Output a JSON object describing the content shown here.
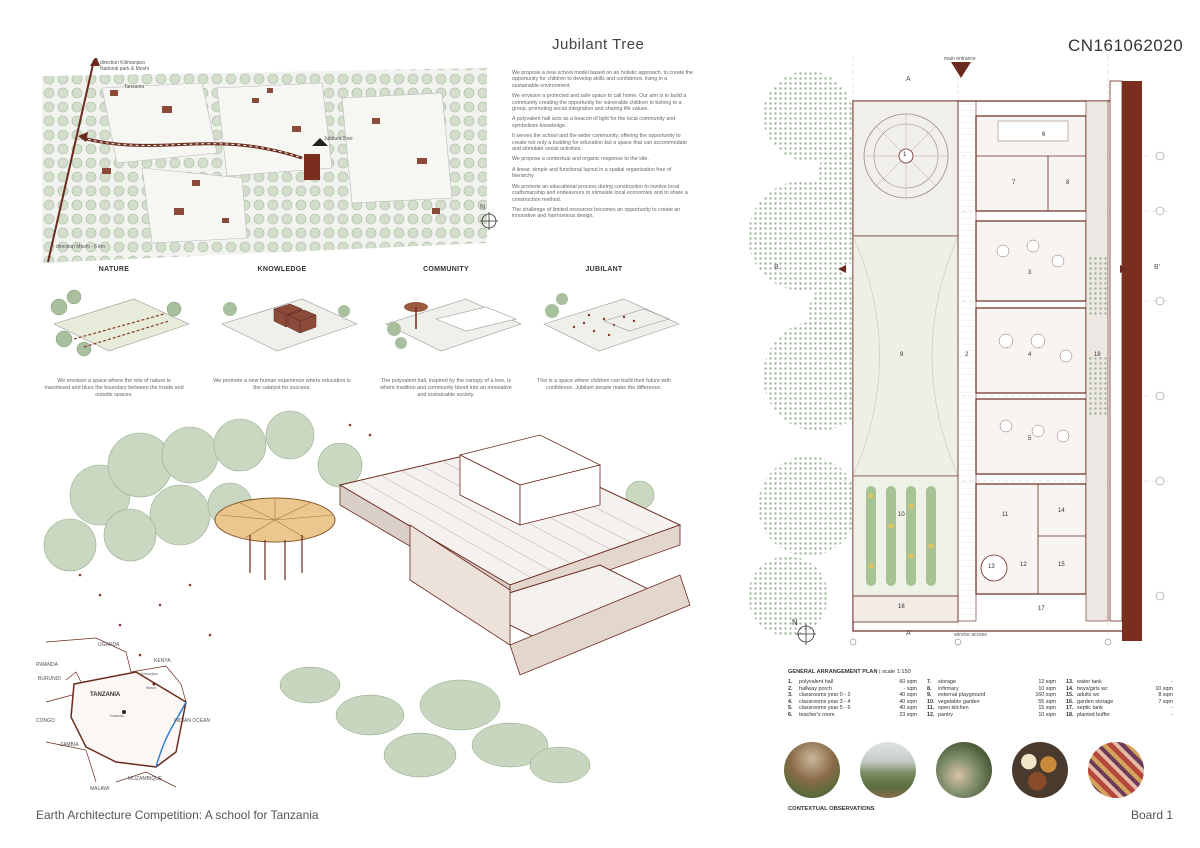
{
  "header": {
    "title": "Jubilant Tree",
    "code": "CN161062020"
  },
  "site_plan": {
    "label_top": "direction Kilimanjaro\nNational park & Moshi",
    "label_village": "Tanzania",
    "label_tree": "Jubilant Tree",
    "label_bottom": "direction Moshi - 6 km",
    "north": "N"
  },
  "intro_paragraphs": [
    "We propose a new school model based on an holistic approach, to create the opportunity for children to develop skills and confidence, living in a sustainable environment.",
    "We envision a protected and safe space to call home. Our aim is to build a community creating the opportunity for vulnerable children to belong to a group, promoting social integration and sharing life values.",
    "A polyvalent hall acts as a beacon of light for the local community and symbolises knowledge.",
    "It serves the school and the wider community, offering the opportunity to create not only a building for education but a space that can accommodate and stimulate social activities.",
    "We propose a contextual and organic response to the site.",
    "A linear, simple and functional layout in a spatial organization free of hierarchy.",
    "We promote an educational process during construction to involve local craftsmanship and endeavours to stimulate local economies and to share a construction method.",
    "The challenge of limited resources becomes an opportunity to create an innovative and harmonious design."
  ],
  "concepts": [
    {
      "heading": "NATURE",
      "text": "We envision a space where the role of nature is maximised and blurs the boundary between the inside and outside spaces."
    },
    {
      "heading": "KNOWLEDGE",
      "text": "We promote a new human experience where education is the catalyst for success."
    },
    {
      "heading": "COMMUNITY",
      "text": "The polyvalent hall, inspired by the canopy of a tree, is where tradition and community blend into an innovative and sustainable society."
    },
    {
      "heading": "JUBILANT",
      "text": "This is a space where children can build their future with confidence. Jubilant people make the difference."
    }
  ],
  "map": {
    "countries": [
      "UGANDA",
      "KENYA",
      "RWANDA",
      "BURUNDI",
      "TANZANIA",
      "CONGO",
      "ZAMBIA",
      "MALAWI",
      "MOZAMBIQUE"
    ],
    "ocean": "INDIAN OCEAN",
    "cities": [
      "Kilimanjaro",
      "Moshi",
      "Dodoma"
    ]
  },
  "plan": {
    "main_entrance": "main entrance",
    "service_access": "service access",
    "section_a": "A",
    "section_a_prime": "A'",
    "section_b": "B",
    "section_b_prime": "B'",
    "north": "N",
    "room_numbers": [
      "1",
      "2",
      "3",
      "4",
      "5",
      "6",
      "7",
      "8",
      "9",
      "10",
      "11",
      "12",
      "13",
      "14",
      "15",
      "16",
      "17",
      "18"
    ]
  },
  "schedule": {
    "title": "GENERAL ARRANGEMENT PLAN",
    "scale": "| scale 1:150",
    "col1": [
      {
        "n": "1.",
        "name": "polyvalent hall",
        "area": "60 sqm"
      },
      {
        "n": "2.",
        "name": "hallway porch",
        "area": "- sqm"
      },
      {
        "n": "3.",
        "name": "classrooms year 0 - 2",
        "area": "40 sqm"
      },
      {
        "n": "4.",
        "name": "classrooms year 3 - 4",
        "area": "40 sqm"
      },
      {
        "n": "5.",
        "name": "classrooms year 5 - 6",
        "area": "40 sqm"
      },
      {
        "n": "6.",
        "name": "teacher's room",
        "area": "23 sqm"
      }
    ],
    "col2": [
      {
        "n": "7.",
        "name": "storage",
        "area": "12 sqm"
      },
      {
        "n": "8.",
        "name": "infirmary",
        "area": "10 sqm"
      },
      {
        "n": "9.",
        "name": "external playground",
        "area": "160 sqm"
      },
      {
        "n": "10.",
        "name": "vegetable garden",
        "area": "55 sqm"
      },
      {
        "n": "11.",
        "name": "open kitchen",
        "area": "15 sqm"
      },
      {
        "n": "12.",
        "name": "pantry",
        "area": "10 sqm"
      }
    ],
    "col3": [
      {
        "n": "13.",
        "name": "water tank",
        "area": "-"
      },
      {
        "n": "14.",
        "name": "boys/girls wc",
        "area": "10 sqm"
      },
      {
        "n": "15.",
        "name": "adults wc",
        "area": "8 sqm"
      },
      {
        "n": "16.",
        "name": "garden storage",
        "area": "7 sqm"
      },
      {
        "n": "17.",
        "name": "septic tank",
        "area": "-"
      },
      {
        "n": "18.",
        "name": "planted buffer",
        "area": "-"
      }
    ]
  },
  "contextual": {
    "label": "CONTEXTUAL OBSERVATIONS"
  },
  "footer": {
    "left": "Earth Architecture Competition: A school for Tanzania",
    "right": "Board 1"
  }
}
